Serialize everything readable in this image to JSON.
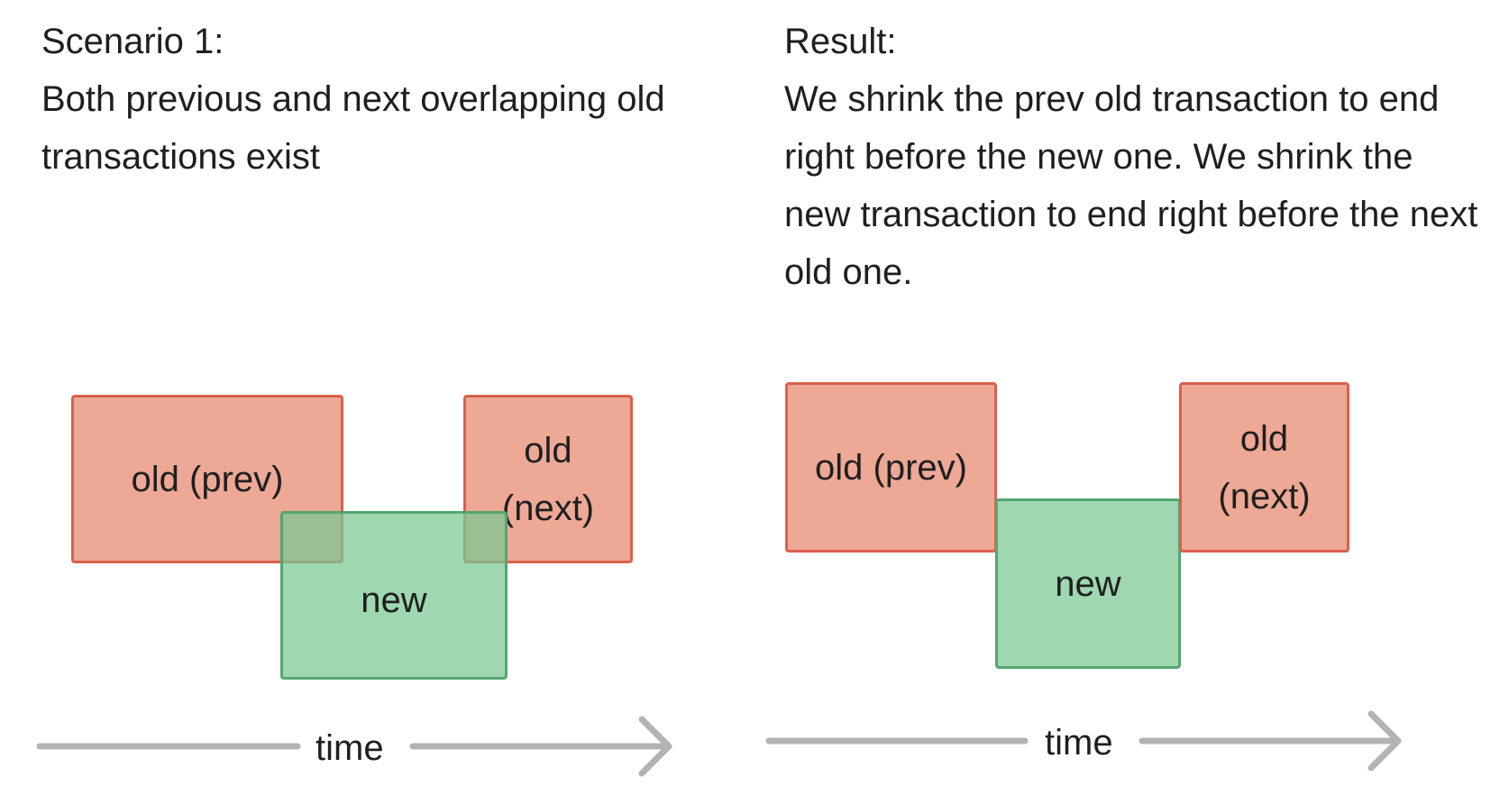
{
  "left": {
    "heading": "Scenario 1:",
    "description": "Both previous and next overlapping old transactions exist",
    "boxes": {
      "old_prev": "old (prev)",
      "new": "new",
      "old_next_line1": "old",
      "old_next_line2": "(next)"
    },
    "axis_label": "time"
  },
  "right": {
    "heading": "Result:",
    "description": "We shrink the prev old transaction to end right before the new one. We shrink the new transaction to end right before the next old one.",
    "boxes": {
      "old_prev": "old (prev)",
      "new": "new",
      "old_next_line1": "old",
      "old_next_line2": "(next)"
    },
    "axis_label": "time"
  },
  "colors": {
    "old_fill": "#eea793",
    "old_border": "#d9614d",
    "new_fill": "#9bd5ae",
    "new_border": "#55a66f",
    "axis": "#b3b3b3"
  }
}
